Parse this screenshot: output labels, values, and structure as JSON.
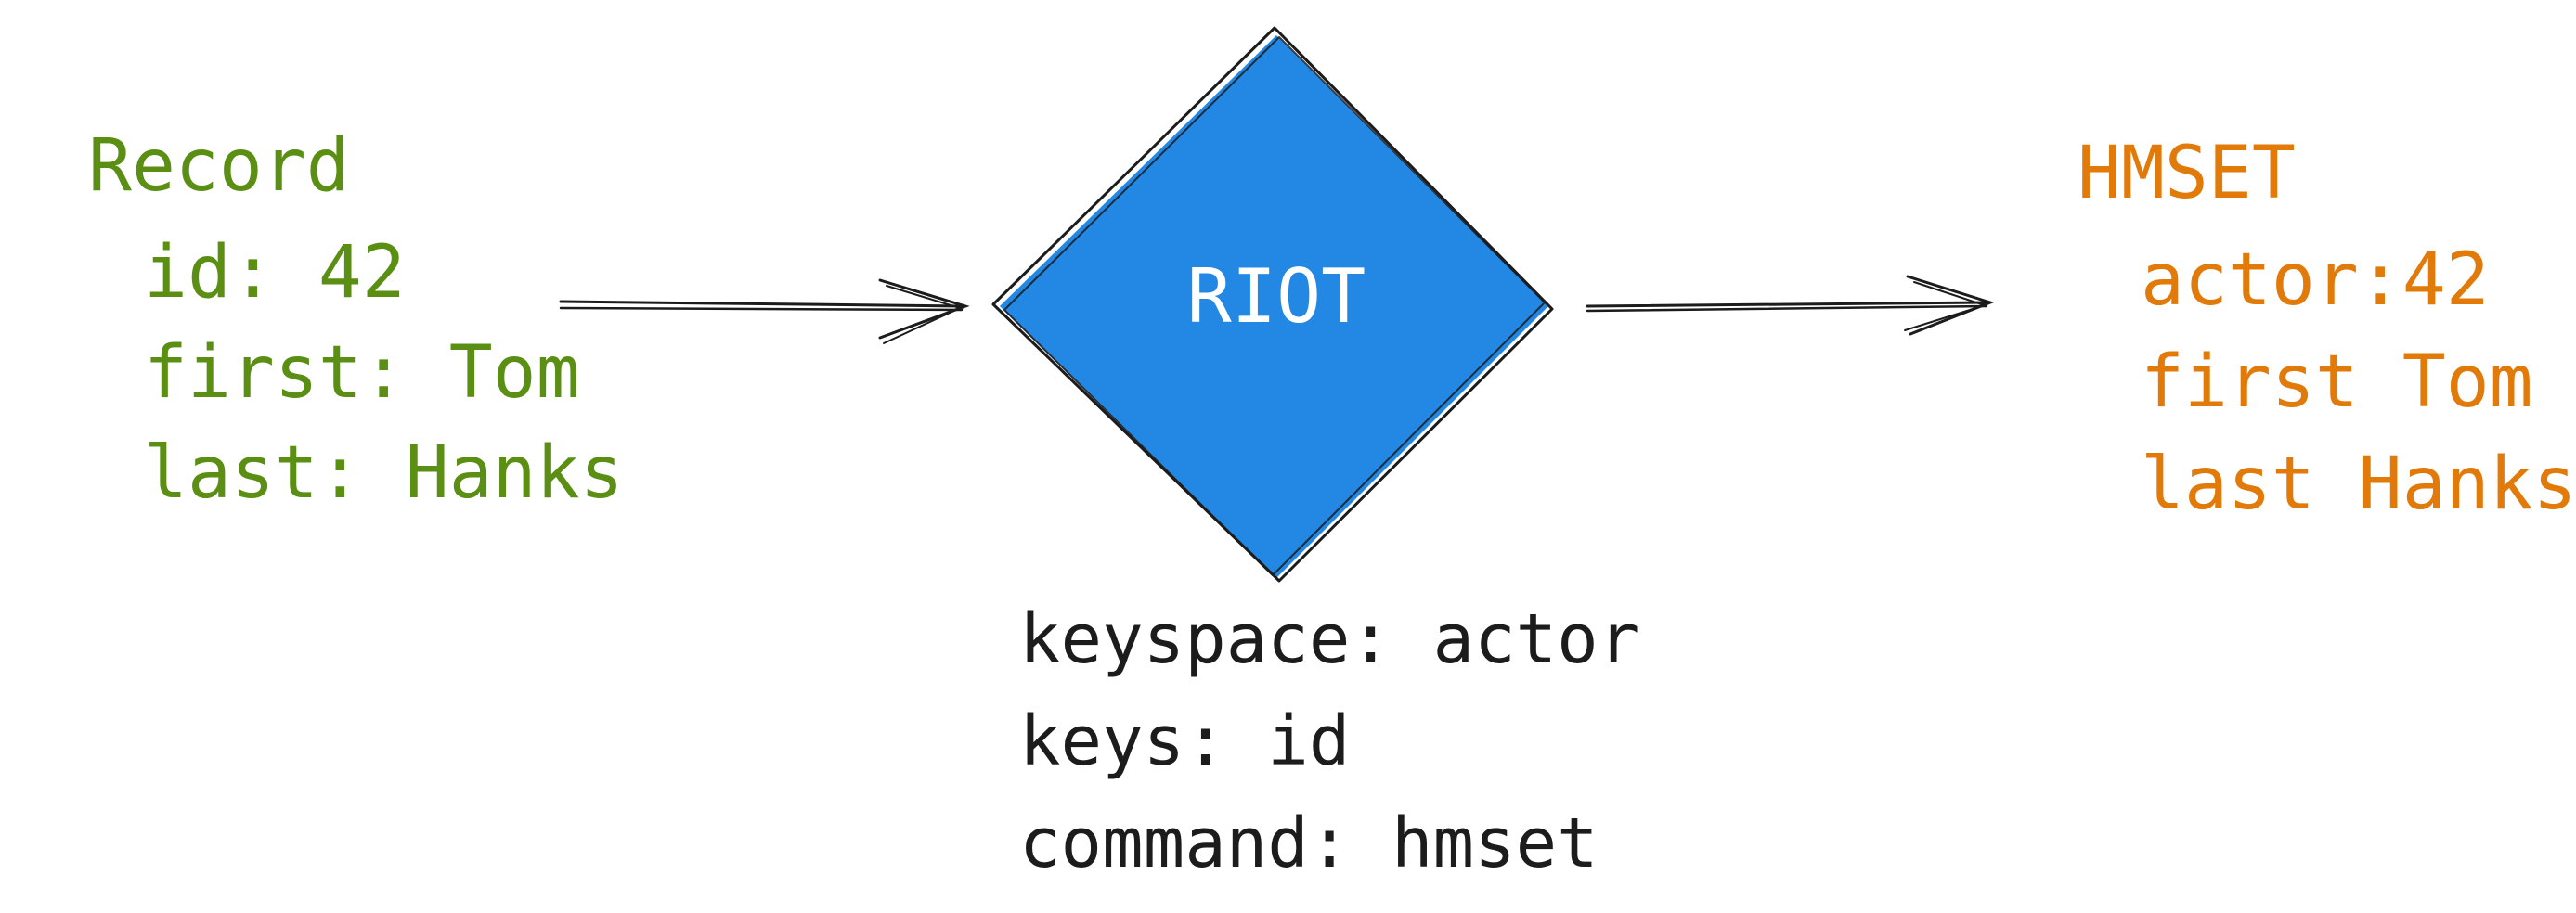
{
  "colors": {
    "record": "#5a8f13",
    "output": "#e27a0a",
    "processor_fill": "#2388e4",
    "processor_text": "#ffffff",
    "ink": "#1c1c1c"
  },
  "source_record": {
    "title": "Record",
    "fields": [
      "id: 42",
      "first: Tom",
      "last: Hanks"
    ]
  },
  "processor": {
    "label": "RIOT"
  },
  "config": {
    "lines": [
      "keyspace: actor",
      "keys: id",
      "command: hmset"
    ]
  },
  "output_command": {
    "title": "HMSET",
    "lines": [
      "actor:42",
      "first Tom",
      "last Hanks"
    ]
  }
}
